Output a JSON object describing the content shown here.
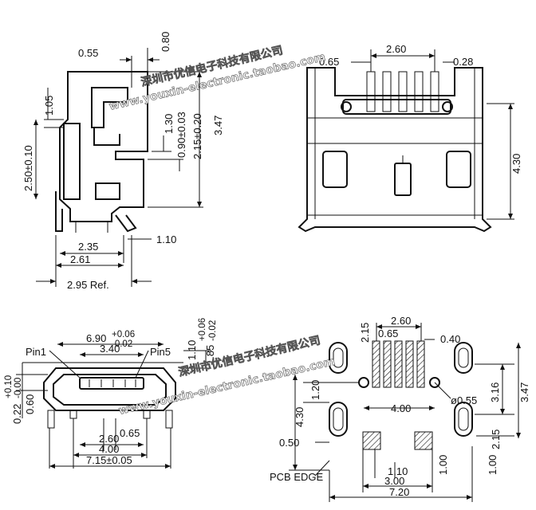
{
  "watermark": {
    "line1": "深圳市优信电子科技有限公司",
    "line2": "www.youxin-electronic.taobao.com",
    "line3": "深圳市优信电子科技有限公司",
    "line4": "www.youxin-electronic.taobao.com"
  },
  "side_view": {
    "d_055": "0.55",
    "d_080": "0.80",
    "d_105": "1.05",
    "d_250": "2.50±0.10",
    "d_130": "1.30",
    "d_090": "0.90±0.03",
    "d_215": "2.15±0.20",
    "d_347": "3.47",
    "d_110": "1.10",
    "d_235": "2.35",
    "d_261": "2.61",
    "d_295": "2.95 Ref."
  },
  "top_view": {
    "d_260": "2.60",
    "d_065": "0.65",
    "d_028": "0.28",
    "d_430": "4.30"
  },
  "front_view": {
    "d_690_a": "6.90",
    "d_690_b": "+0.06",
    "d_690_c": "-0.02",
    "d_340": "3.40",
    "pin1": "Pin1",
    "pin5": "Pin5",
    "d_110": "1.10",
    "d_185_a": "1.85",
    "d_185_b": "+0.06",
    "d_185_c": "-0.02",
    "d_022_a": "0.22",
    "d_022_b": "+0.10",
    "d_022_c": "-0.00",
    "d_060": "0.60",
    "d_065": "0.65",
    "d_260": "2.60",
    "d_400": "4.00",
    "d_715": "7.15±0.05"
  },
  "pcb_view": {
    "d_260": "2.60",
    "d_215a": "2.15",
    "d_065": "0.65",
    "d_040": "0.40",
    "d_120": "1.20",
    "d_400": "4.00",
    "d_055": "ø0.55",
    "d_316": "3.16",
    "d_347": "3.47",
    "d_430": "4.30",
    "d_050": "0.50",
    "d_215b": "2.15",
    "d_110": "1.10",
    "d_100a": "1.00",
    "d_100b": "1.00",
    "d_300": "3.00",
    "d_720": "7.20",
    "pcb_edge": "PCB EDGE"
  }
}
